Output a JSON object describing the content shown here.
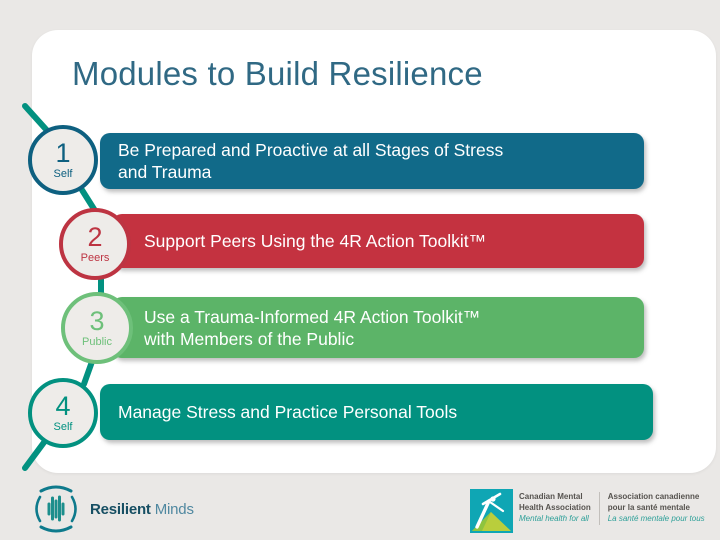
{
  "slide": {
    "title": "Modules to Build Resilience",
    "modules": [
      {
        "number": "1",
        "label": "Self",
        "lines": [
          "Be Prepared and Proactive at all Stages of Stress",
          "and Trauma"
        ],
        "bar_color": "#116A89",
        "accent_color": "#0E6080"
      },
      {
        "number": "2",
        "label": "Peers",
        "lines": [
          "Support Peers Using the 4R Action Toolkit™"
        ],
        "bar_color": "#C43240",
        "accent_color": "#BD3442"
      },
      {
        "number": "3",
        "label": "Public",
        "lines": [
          "Use a Trauma-Informed 4R Action Toolkit™",
          "with Members of the Public"
        ],
        "bar_color": "#5CB468",
        "accent_color": "#6EC07A"
      },
      {
        "number": "4",
        "label": "Self",
        "lines": [
          "Manage Stress and Practice Personal Tools"
        ],
        "bar_color": "#029180",
        "accent_color": "#029180"
      }
    ]
  },
  "footer": {
    "resilient_minds": {
      "brand_bold": "Resilient",
      "brand_light": "Minds"
    },
    "cmha": {
      "en_line1": "Canadian Mental",
      "en_line2": "Health Association",
      "en_tagline": "Mental health for all",
      "fr_line1": "Association canadienne",
      "fr_line2": "pour la santé mentale",
      "fr_tagline": "La santé mentale pour tous"
    }
  },
  "colors": {
    "background": "#EAE8E6",
    "card": "#FFFFFF",
    "title": "#306984",
    "connector": "#029180",
    "circle_fill": "#EEECE9",
    "bar_text": "#FFFFFF",
    "cmha_teal": "#0FA6B4",
    "cmha_green": "#B9CE3C",
    "rm_dark": "#174F63",
    "rm_light": "#5088A0",
    "tagline": "#2FA099",
    "footer_text": "#56534F"
  }
}
